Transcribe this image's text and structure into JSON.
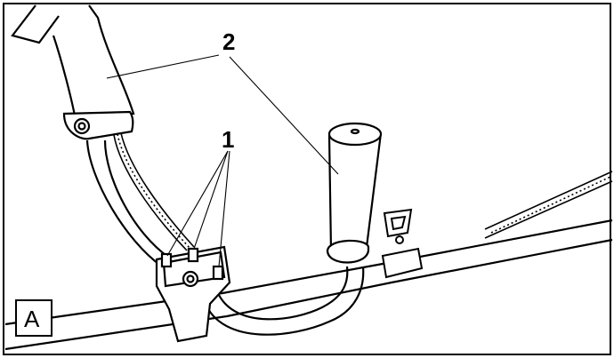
{
  "figure": {
    "panel_label": "A",
    "callouts": [
      {
        "id": "1",
        "text": "1"
      },
      {
        "id": "2",
        "text": "2"
      }
    ],
    "colors": {
      "line": "#000000",
      "background": "#ffffff"
    }
  }
}
